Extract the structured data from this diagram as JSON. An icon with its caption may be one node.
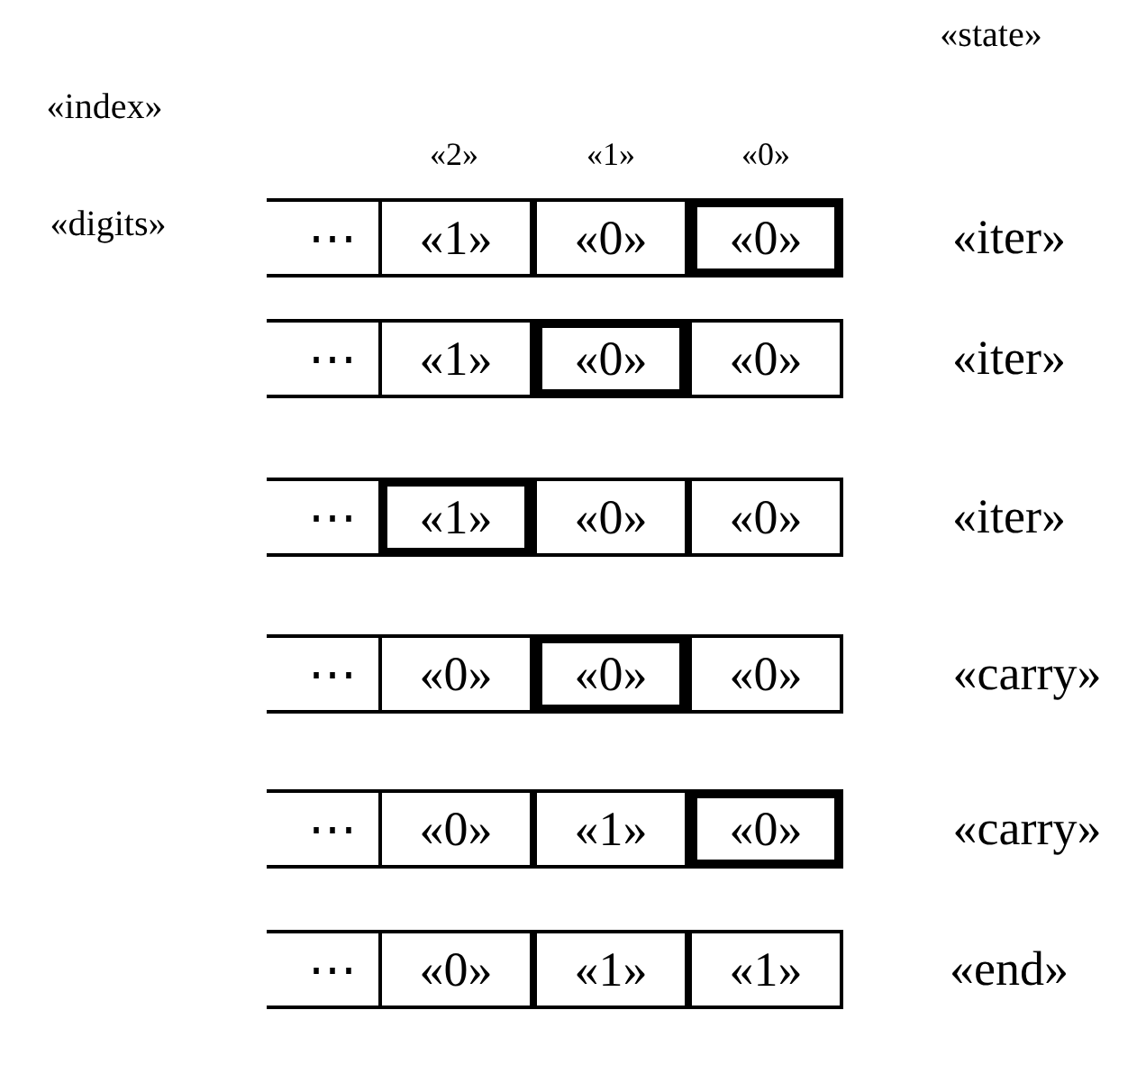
{
  "diagram": {
    "nodes": [
      {
        "text": [
          "⋯"
        ]
      },
      {
        "text": [
          "«1»"
        ]
      },
      {
        "text": [
          "«0»"
        ]
      },
      {
        "text": [
          "«0»"
        ]
      },
      {
        "text": [
          "⋯"
        ]
      },
      {
        "text": [
          "«1»"
        ]
      },
      {
        "text": [
          "«0»"
        ]
      },
      {
        "text": [
          "«0»"
        ]
      },
      {
        "text": [
          "⋯"
        ]
      },
      {
        "text": [
          "«1»"
        ]
      },
      {
        "text": [
          "«0»"
        ]
      },
      {
        "text": [
          "«0»"
        ]
      },
      {
        "text": [
          "⋯"
        ]
      },
      {
        "text": [
          "«0»"
        ]
      },
      {
        "text": [
          "«0»"
        ]
      },
      {
        "text": [
          "«0»"
        ]
      },
      {
        "text": [
          "⋯"
        ]
      },
      {
        "text": [
          "«0»"
        ]
      },
      {
        "text": [
          "«1»"
        ]
      },
      {
        "text": [
          "«0»"
        ]
      },
      {
        "text": [
          "⋯"
        ]
      },
      {
        "text": [
          "«0»"
        ]
      },
      {
        "text": [
          "«1»"
        ]
      },
      {
        "text": [
          "«1»"
        ]
      }
    ],
    "labels": [
      "«state»",
      "«index»",
      "«2»",
      "«1»",
      "«0»",
      "«digits»",
      "«iter»",
      "«iter»",
      "«iter»",
      "«carry»",
      "«carry»",
      "«end»"
    ]
  }
}
